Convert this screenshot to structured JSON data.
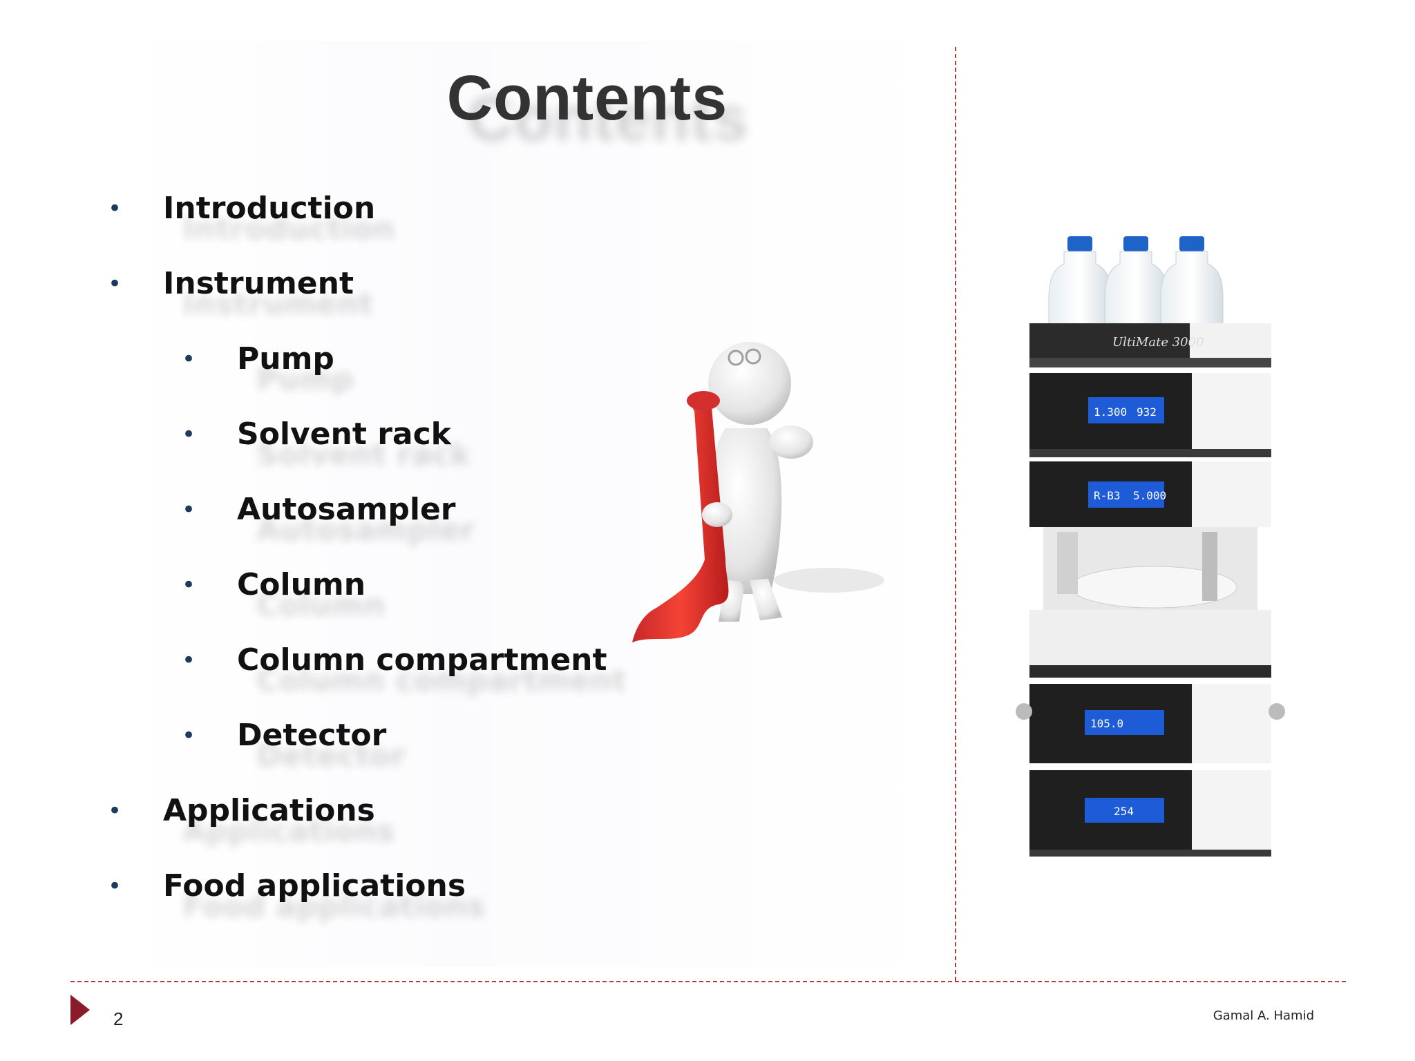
{
  "slide": {
    "title": "Contents",
    "page_number": "2",
    "author": "Gamal A. Hamid"
  },
  "toc": [
    {
      "label": "Introduction",
      "level": 1
    },
    {
      "label": "Instrument",
      "level": 1
    },
    {
      "label": "Pump",
      "level": 2
    },
    {
      "label": "Solvent rack",
      "level": 2
    },
    {
      "label": "Autosampler",
      "level": 2
    },
    {
      "label": "Column",
      "level": 2
    },
    {
      "label": "Column compartment",
      "level": 2
    },
    {
      "label": "Detector",
      "level": 2
    },
    {
      "label": "Applications",
      "level": 1
    },
    {
      "label": "Food applications",
      "level": 1
    }
  ],
  "bullet_glyph": "•",
  "instrument": {
    "brand_label": "UltiMate 3000",
    "displays": [
      {
        "left": "1.300",
        "right": "932"
      },
      {
        "left": "R-B3",
        "right": "5.000"
      },
      {
        "left": "105.0",
        "right": ""
      },
      {
        "left": "254",
        "right": ""
      }
    ]
  },
  "colors": {
    "accent_red": "#8b1a2b",
    "divider": "#b23a3a",
    "scroll_red": "#e53935",
    "display_blue": "#1e5bd6"
  },
  "icons": {
    "footer_arrow": "triangle-right-icon",
    "figure": "person-with-scroll-illustration",
    "instrument": "hplc-instrument-photo"
  }
}
